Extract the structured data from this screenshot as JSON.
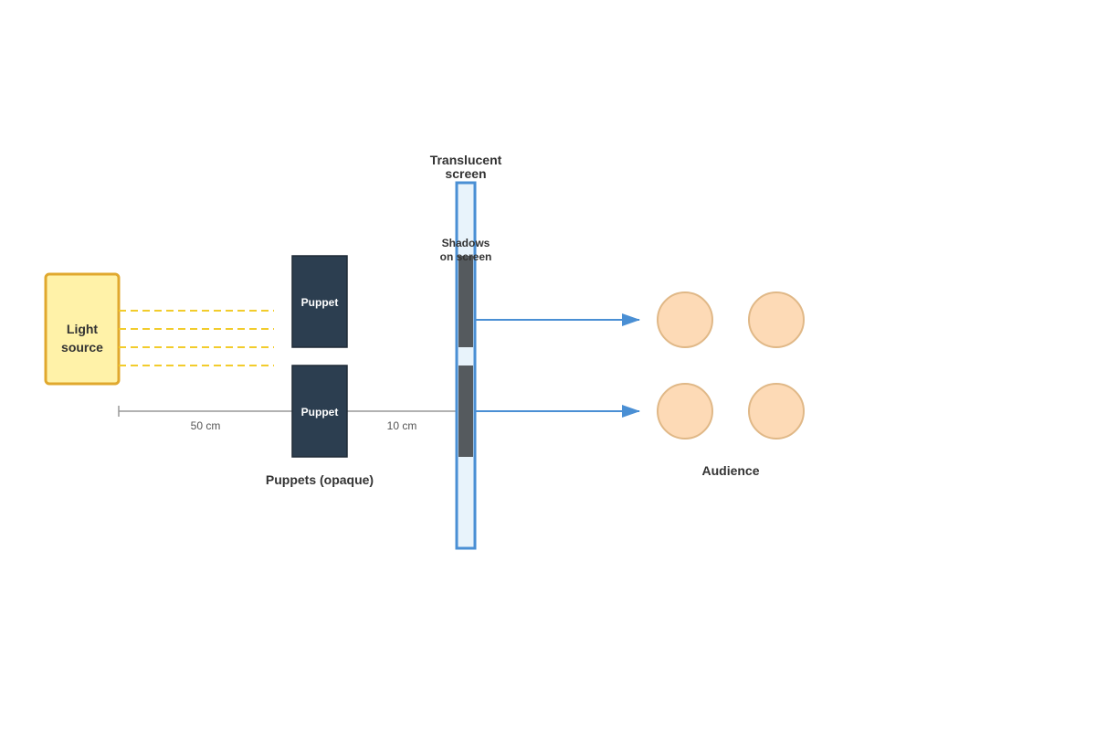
{
  "light_source": {
    "line1": "Light",
    "line2": "source"
  },
  "puppets": {
    "top_label": "Puppet",
    "bottom_label": "Puppet",
    "caption": "Puppets (opaque)"
  },
  "screen": {
    "title_line1": "Translucent",
    "title_line2": "screen",
    "shadow_line1": "Shadows",
    "shadow_line2": "on screen"
  },
  "distances": {
    "light_to_puppet": "50 cm",
    "puppet_to_screen": "10 cm"
  },
  "audience": {
    "label": "Audience"
  },
  "colors": {
    "light_fill": "#FFF2A8",
    "light_stroke": "#E0A82E",
    "ray": "#F2CC2C",
    "puppet": "#2C3E50",
    "screen_fill": "#E8F3FB",
    "screen_stroke": "#4A8FD4",
    "shadow": "#555A5E",
    "arrow": "#4A8FD4",
    "audience_fill": "#FDDAB6",
    "audience_stroke": "#E0B887",
    "measure": "#999999"
  }
}
